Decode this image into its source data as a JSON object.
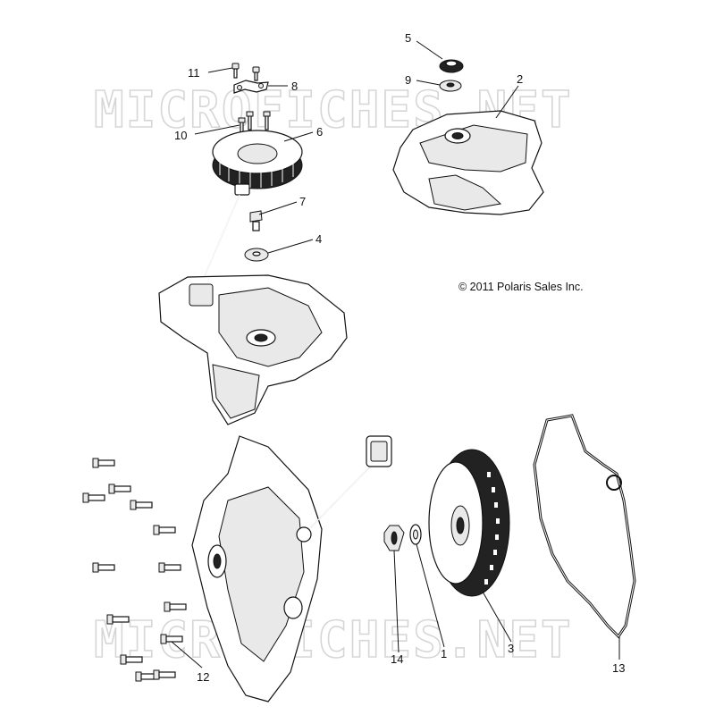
{
  "watermark": "MICROFICHES.NET",
  "copyright": "© 2011 Polaris Sales Inc.",
  "callouts": [
    {
      "id": "1",
      "text": "1"
    },
    {
      "id": "2",
      "text": "2"
    },
    {
      "id": "3",
      "text": "3"
    },
    {
      "id": "4",
      "text": "4"
    },
    {
      "id": "5",
      "text": "5"
    },
    {
      "id": "6",
      "text": "6"
    },
    {
      "id": "7",
      "text": "7"
    },
    {
      "id": "8",
      "text": "8"
    },
    {
      "id": "9",
      "text": "9"
    },
    {
      "id": "10",
      "text": "10"
    },
    {
      "id": "11",
      "text": "11"
    },
    {
      "id": "12",
      "text": "12"
    },
    {
      "id": "13",
      "text": "13"
    },
    {
      "id": "14",
      "text": "14"
    }
  ]
}
